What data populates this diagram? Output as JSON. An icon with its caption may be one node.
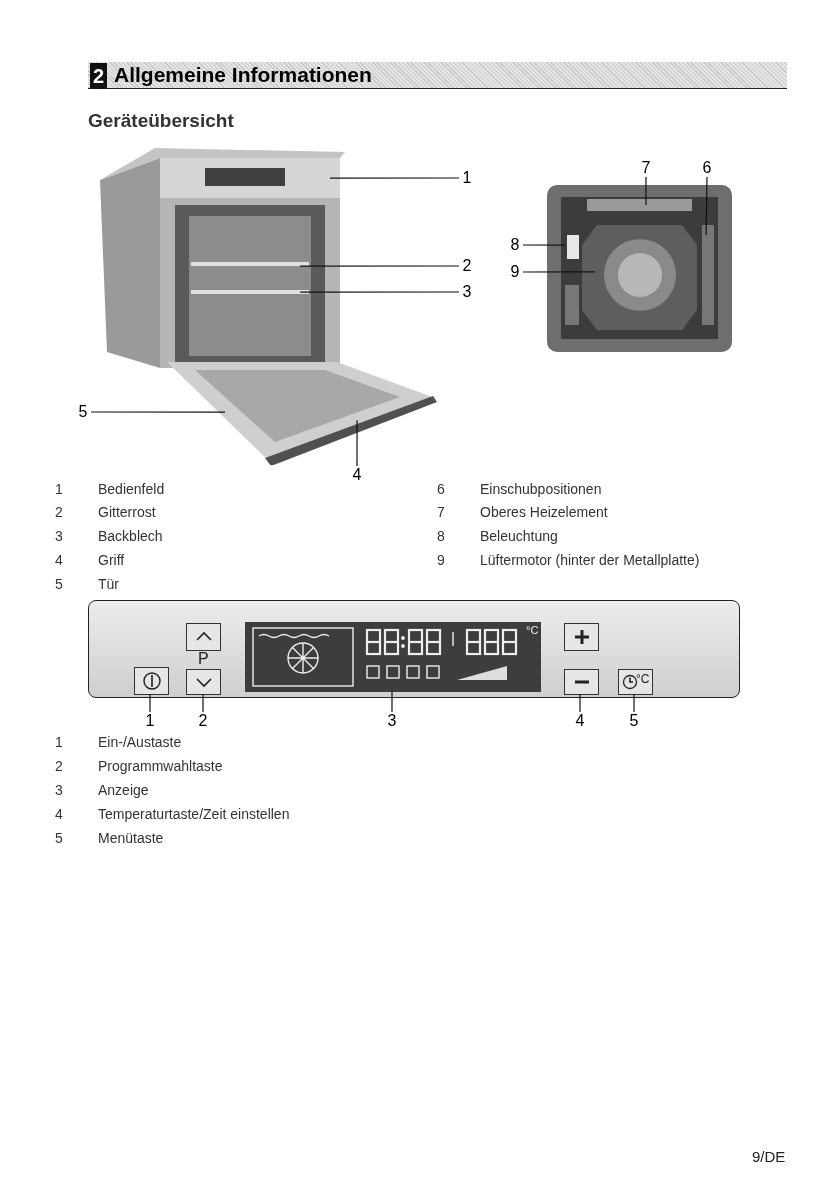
{
  "diagram": {
    "title": "Allgemeine Informationen",
    "nodes": [
      {
        "text": [],
        "shape": "picture"
      },
      {
        "text": [
          "1"
        ]
      },
      {
        "text": [
          "2"
        ]
      },
      {
        "text": [
          "3"
        ]
      },
      {
        "text": [
          "4"
        ]
      },
      {
        "text": [
          "5"
        ]
      },
      {
        "text": [],
        "shape": "picture"
      },
      {
        "text": [
          "7"
        ]
      },
      {
        "text": [
          "6"
        ]
      },
      {
        "text": [
          "8"
        ]
      },
      {
        "text": [
          "9"
        ]
      },
      {
        "text": [],
        "shape": "box"
      },
      {
        "text": [],
        "shape": "box",
        "in": 11
      },
      {
        "text": [],
        "shape": "box",
        "in": 11
      },
      {
        "text": [],
        "shape": "box",
        "in": 11
      },
      {
        "text": [],
        "shape": "box",
        "in": 11
      },
      {
        "text": [],
        "shape": "box",
        "in": 11
      },
      {
        "text": [],
        "shape": "box",
        "in": 11
      },
      {
        "text": [],
        "shape": "box",
        "in": 11
      },
      {
        "text": [
          "1"
        ]
      },
      {
        "text": [
          "2"
        ]
      },
      {
        "text": [
          "3"
        ]
      },
      {
        "text": [
          "4"
        ]
      },
      {
        "text": [
          "5"
        ]
      }
    ],
    "edges": [
      {
        "from": 1,
        "to": 0,
        "arrow": "none"
      },
      {
        "from": 2,
        "to": 0,
        "arrow": "none"
      },
      {
        "from": 3,
        "to": 0,
        "arrow": "none"
      },
      {
        "from": 4,
        "to": 0,
        "arrow": "none"
      },
      {
        "from": 5,
        "to": 0,
        "arrow": "none"
      },
      {
        "from": 7,
        "to": 6,
        "arrow": "none"
      },
      {
        "from": 8,
        "to": 6,
        "arrow": "none"
      },
      {
        "from": 9,
        "to": 6,
        "arrow": "none"
      },
      {
        "from": 10,
        "to": 6,
        "arrow": "none"
      },
      {
        "from": 19,
        "to": 12,
        "arrow": "none"
      },
      {
        "from": 20,
        "to": 14,
        "arrow": "none"
      },
      {
        "from": 21,
        "to": 15,
        "arrow": "none"
      },
      {
        "from": 22,
        "to": 17,
        "arrow": "none"
      },
      {
        "from": 23,
        "to": 18,
        "arrow": "none"
      }
    ],
    "labels": [
      "2",
      "Geräteübersicht",
      "1",
      "Bedienfeld",
      "6",
      "Einschubpositionen",
      "2",
      "Gitterrost",
      "7",
      "Oberes Heizelement",
      "3",
      "Backblech",
      "8",
      "Beleuchtung",
      "4",
      "Griff",
      "9",
      "Lüftermotor (hinter der Metallplatte)",
      "5",
      "Tür",
      "P",
      "°C",
      "°C",
      "1",
      "Ein-/Austaste",
      "2",
      "Programmwahltaste",
      "3",
      "Anzeige",
      "4",
      "Temperaturtaste/Zeit einstellen",
      "5",
      "Menütaste",
      "9/DE"
    ]
  }
}
